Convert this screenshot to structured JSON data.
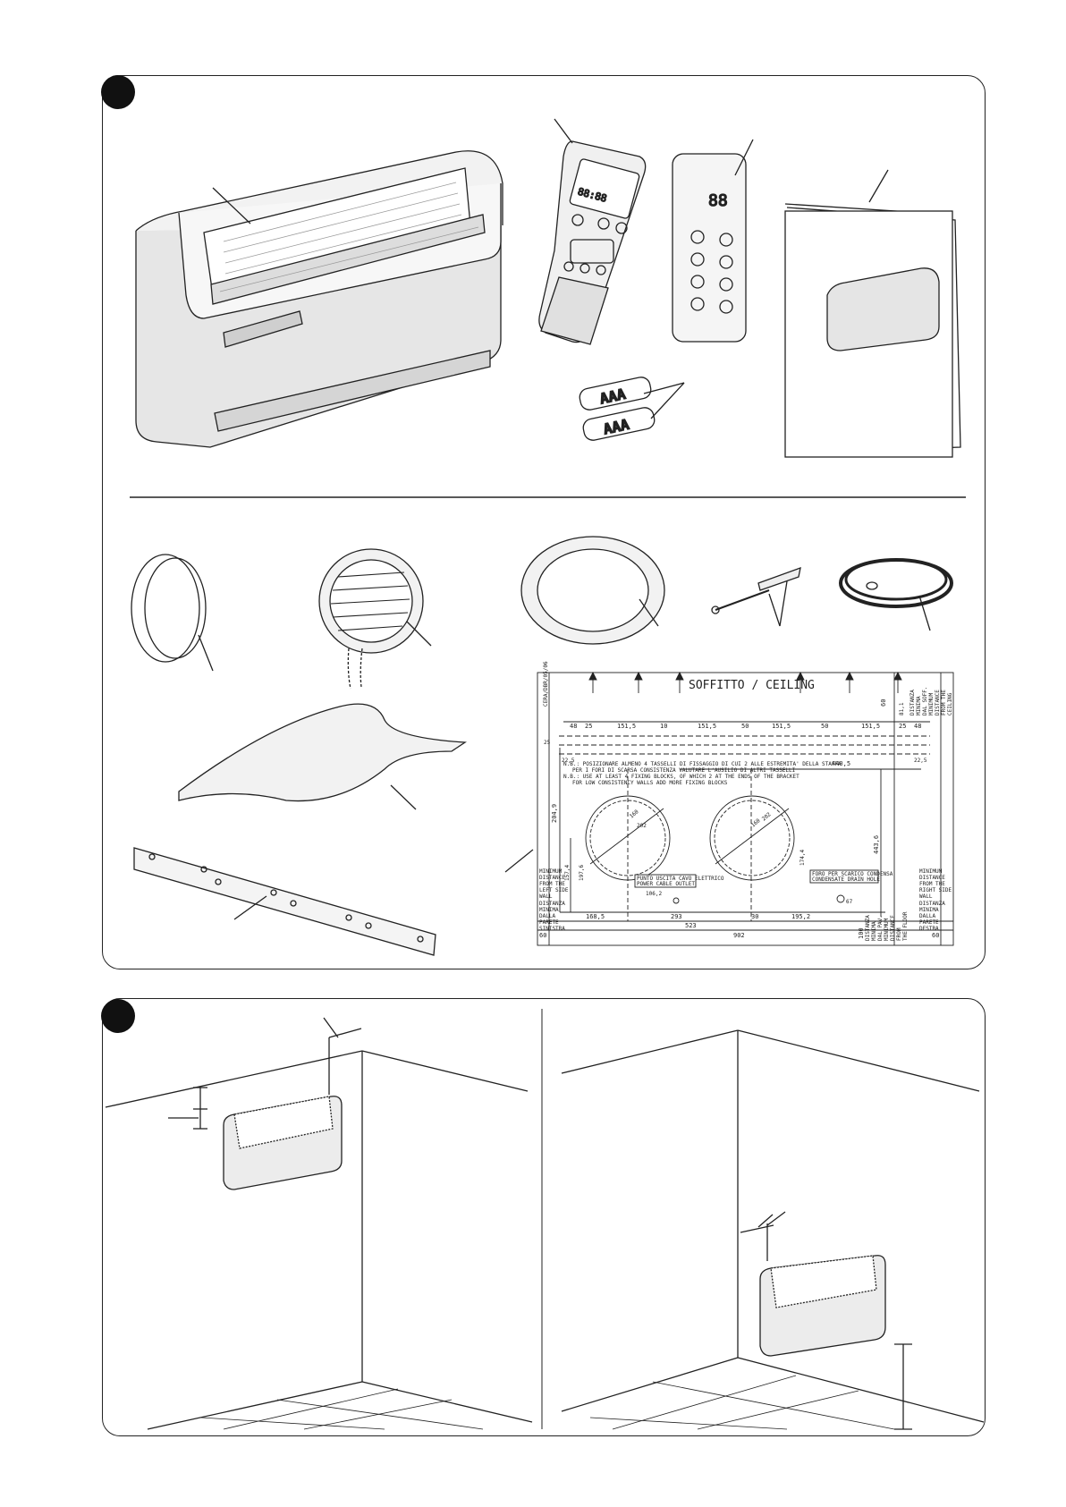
{
  "drawing": {
    "ceiling_label": "SOFFITTO / CEILING",
    "ref_code": "CERA/DBR/05/06",
    "top_dims": [
      "48",
      "25",
      "151,5",
      "10",
      "151,5",
      "50",
      "151,5",
      "50",
      "151,5",
      "25",
      "48"
    ],
    "right_top_dim": "60",
    "side_dim_small": "81,1",
    "dim_left_offset": "22,5",
    "dim_right_offset": "22,5",
    "dim_left_small": "25",
    "dim_vertical_left": "204,9",
    "dim_pipe_h1": "157,4",
    "dim_pipe_h2": "174,4",
    "dim_pipe_h3": "197,6",
    "dim_right_vertical": "443,6",
    "dim_right_offset_h": "440,5",
    "dim_hole1_r": "202",
    "dim_hole1_r2": "160",
    "dim_hole2_r": "202",
    "dim_hole2_r2": "160",
    "dim_cable": "106,2",
    "dim_drain": "67",
    "bottom_dims": [
      "168,5",
      "293",
      "30",
      "195,2"
    ],
    "dim_523": "523",
    "dim_902": "902",
    "dim_60_left": "60",
    "dim_60_right": "60",
    "dim_100": "100",
    "note_lines": [
      "N.B.: POSIZIONARE ALMENO 4 TASSELLI DI FISSAGGIO DI CUI 2 ALLE ESTREMITA' DELLA STAFFA",
      "PER I FORI DI SCARSA CONSISTENZA VALUTARE L'AUSILIO DI ALTRI TASSELLI",
      "N.B.: USE AT LEAST 4 FIXING BLOCKS, OF WHICH 2 AT THE ENDS OF THE BRACKET",
      "FOR LOW CONSISTENCY WALLS ADD MORE FIXING BLOCKS"
    ],
    "cable_box": [
      "PUNTO USCITA CAVO ELETTRICO",
      "POWER CABLE OUTLET"
    ],
    "drain_box": [
      "FORO PER SCARICO CONDENSA",
      "CONDENSATE DRAIN HOLE"
    ],
    "left_side_en": [
      "MINIMUM",
      "DISTANCE",
      "FROM THE",
      "LEFT SIDE",
      "WALL"
    ],
    "left_side_it": [
      "DISTANZA",
      "MINIMA",
      "DALLA",
      "PARETE",
      "SINISTRA"
    ],
    "right_side_en": [
      "MINIMUM",
      "DISTANCE",
      "FROM THE",
      "RIGHT SIDE",
      "WALL"
    ],
    "right_side_it": [
      "DISTANZA",
      "MINIMA",
      "DALLA",
      "PARETE",
      "DESTRA"
    ],
    "ceiling_side": [
      "DISTANZA",
      "MINIMA",
      "DAL SOFF.",
      "MINIMUM",
      "DISTANCE",
      "FROM THE",
      "CEILING"
    ],
    "floor_side": [
      "DISTANZA",
      "MINIMA",
      "DAL PAV.",
      "MINIMUM",
      "DISTANCE",
      "FROM",
      "THE FLOOR"
    ]
  },
  "remote1": {
    "screen_text": "88:88"
  },
  "remote2": {
    "screen_text": "88"
  },
  "batteries": {
    "label": "AAA"
  }
}
